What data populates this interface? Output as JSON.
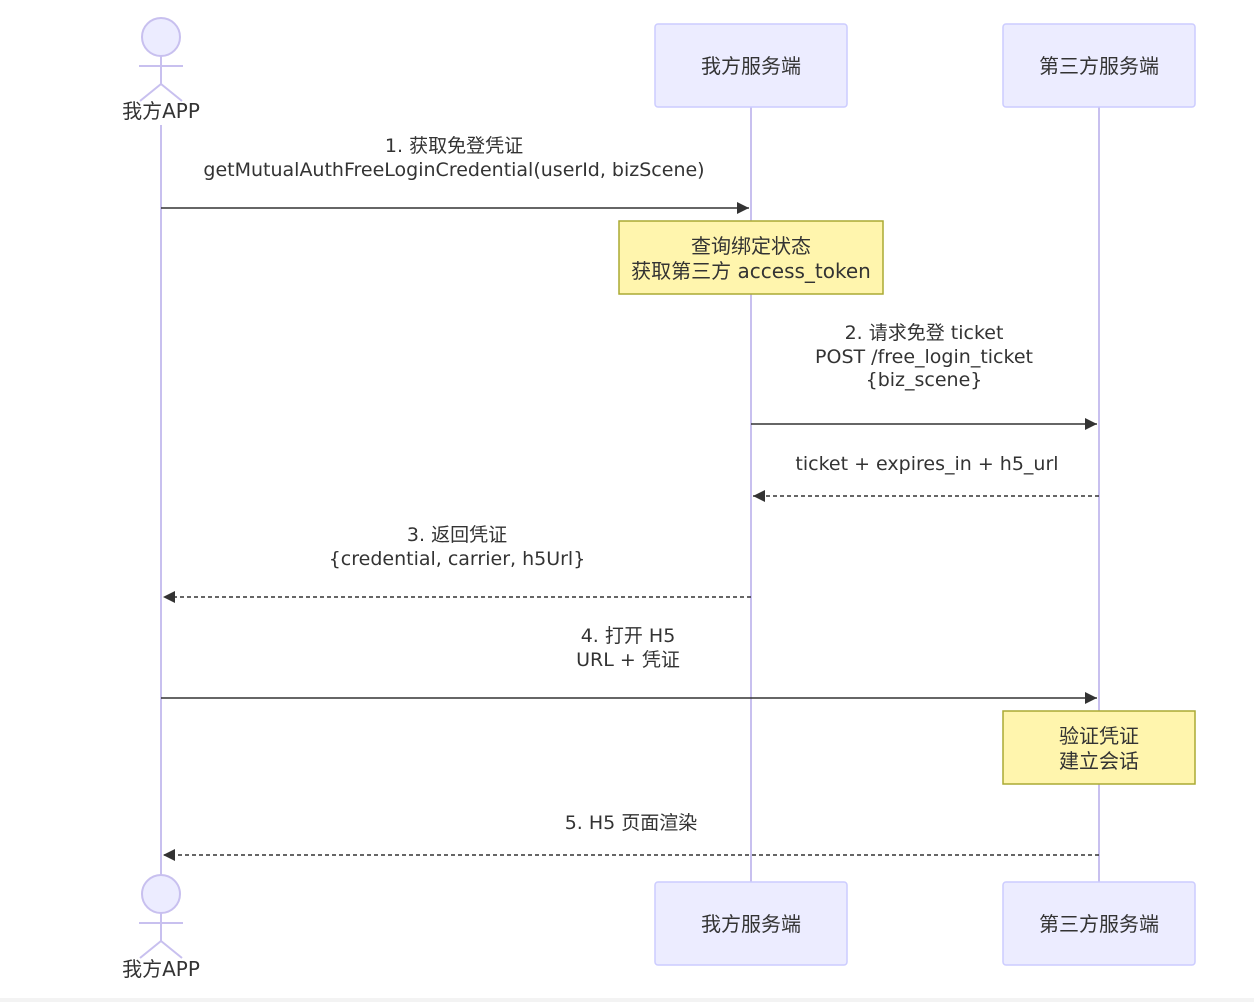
{
  "participants": [
    {
      "id": "app",
      "label": "我方APP",
      "type": "actor"
    },
    {
      "id": "server",
      "label": "我方服务端",
      "type": "box"
    },
    {
      "id": "third",
      "label": "第三方服务端",
      "type": "box"
    }
  ],
  "messages": [
    {
      "from": "app",
      "to": "server",
      "style": "solid",
      "lines": [
        "1. 获取免登凭证",
        "getMutualAuthFreeLoginCredential(userId, bizScene)"
      ]
    },
    {
      "from": "server",
      "to": "third",
      "style": "solid",
      "lines": [
        "2. 请求免登 ticket",
        "POST /free_login_ticket",
        "{biz_scene}"
      ]
    },
    {
      "from": "third",
      "to": "server",
      "style": "dashed",
      "lines": [
        "ticket + expires_in + h5_url"
      ]
    },
    {
      "from": "server",
      "to": "app",
      "style": "dashed",
      "lines": [
        "3. 返回凭证",
        "{credential, carrier, h5Url}"
      ]
    },
    {
      "from": "app",
      "to": "third",
      "style": "solid",
      "lines": [
        "4. 打开 H5",
        "URL + 凭证"
      ]
    },
    {
      "from": "third",
      "to": "app",
      "style": "dashed",
      "lines": [
        "5. H5 页面渲染"
      ]
    }
  ],
  "notes": [
    {
      "over": "server",
      "lines": [
        "查询绑定状态",
        "获取第三方 access_token"
      ]
    },
    {
      "over": "third",
      "lines": [
        "验证凭证",
        "建立会话"
      ]
    }
  ],
  "colors": {
    "participant_fill": "#ececff",
    "participant_border": "#ccccff",
    "lifeline": "#c8c0ef",
    "note_fill": "#fff5ad",
    "note_border": "#aaaa33",
    "arrow": "#333333",
    "text": "#333333"
  }
}
